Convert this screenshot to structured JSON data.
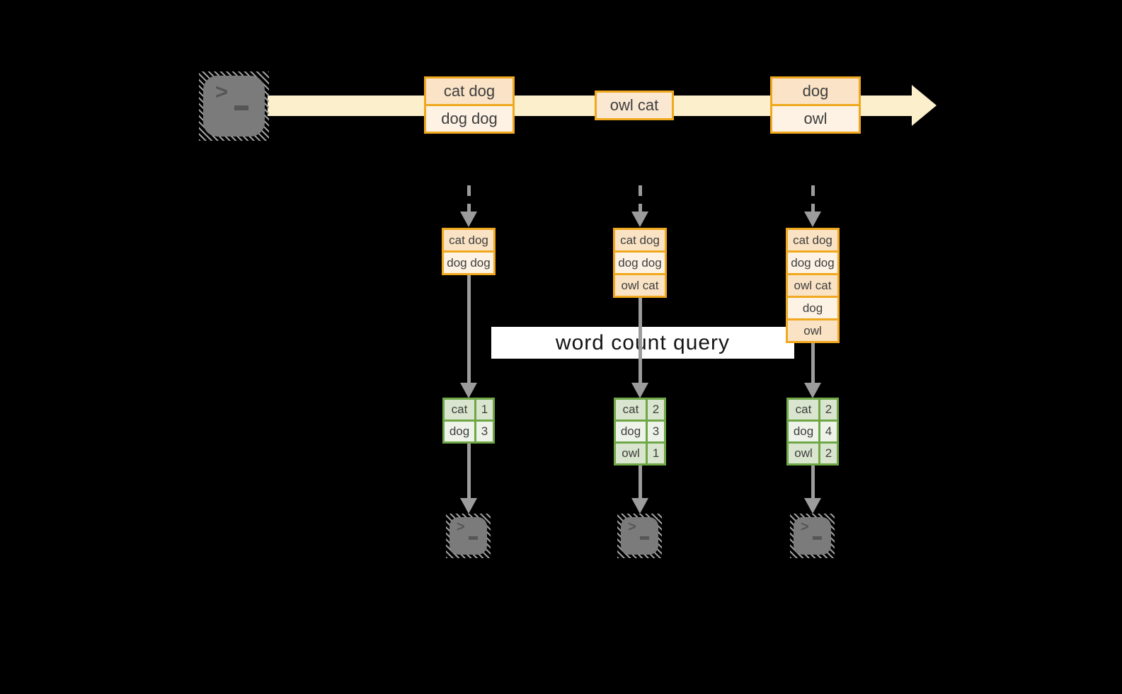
{
  "colors": {
    "background": "#000000",
    "stream_band": "#fcf0cc",
    "orange_border": "#f0a81e",
    "peach_dark": "#fae3c4",
    "peach_light": "#fdf2e3",
    "peach_mid": "#fbe8d3",
    "green_border": "#6fa747",
    "green_fill_dark": "#d9e5ce",
    "green_fill_light": "#eef3ea",
    "arrow_gray": "#9c9c9c",
    "terminal_gray": "#7b7b7b",
    "text_dark": "#3e3e3e",
    "banner_bg": "#ffffff",
    "banner_text": "#141414"
  },
  "icons": {
    "prompt_chevron": ">"
  },
  "stream": {
    "messages": [
      {
        "lines": [
          "cat dog",
          "dog dog"
        ]
      },
      {
        "lines": [
          "owl cat"
        ]
      },
      {
        "lines": [
          "dog",
          "owl"
        ]
      }
    ]
  },
  "query": {
    "label": "word count query"
  },
  "snapshots": [
    {
      "buffer": [
        "cat dog",
        "dog dog"
      ],
      "counts": [
        {
          "word": "cat",
          "count": "1"
        },
        {
          "word": "dog",
          "count": "3"
        }
      ]
    },
    {
      "buffer": [
        "cat dog",
        "dog dog",
        "owl cat"
      ],
      "counts": [
        {
          "word": "cat",
          "count": "2"
        },
        {
          "word": "dog",
          "count": "3"
        },
        {
          "word": "owl",
          "count": "1"
        }
      ]
    },
    {
      "buffer": [
        "cat dog",
        "dog dog",
        "owl cat",
        "dog",
        "owl"
      ],
      "counts": [
        {
          "word": "cat",
          "count": "2"
        },
        {
          "word": "dog",
          "count": "4"
        },
        {
          "word": "owl",
          "count": "2"
        }
      ]
    }
  ]
}
